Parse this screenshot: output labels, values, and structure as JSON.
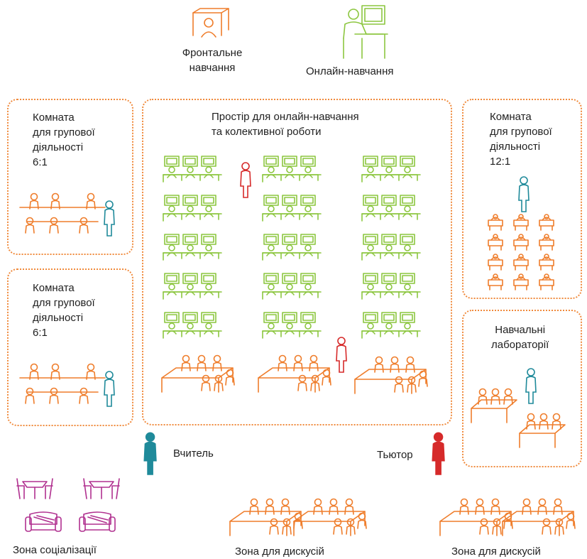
{
  "top": {
    "frontal_label": "Фронтальне\nнавчання",
    "online_label": "Онлайн-навчання"
  },
  "zones": {
    "group_room_top": {
      "title": "Комната\nдля групової\nдіяльності\n6:1"
    },
    "group_room_bottom": {
      "title": "Комната\nдля групової\nдіяльності\n6:1"
    },
    "central_space": {
      "title": "Простір для онлайн-навчання\nта колективної роботи"
    },
    "group_room_right": {
      "title": "Комната\nдля групової\nдіяльності\n12:1"
    },
    "labs": {
      "title": "Навчальні\nлабораторії"
    }
  },
  "people": {
    "teacher_label": "Вчитель",
    "tutor_label": "Тьютор"
  },
  "bottom": {
    "socialization_label": "Зона соціалізації",
    "discussion_label_1": "Зона для дискусій",
    "discussion_label_2": "Зона для дискусій"
  },
  "colors": {
    "orange": "#ef7d2b",
    "green": "#8cc63f",
    "teal": "#1f8a9a",
    "red": "#d62a2a",
    "magenta": "#b0308f"
  },
  "icons": [
    "frontal-desk-icon",
    "online-computer-icon",
    "computer-desk-icon",
    "group-table-icon",
    "teacher-figure-icon",
    "tutor-figure-icon",
    "sofa-icon",
    "cafe-table-icon"
  ]
}
